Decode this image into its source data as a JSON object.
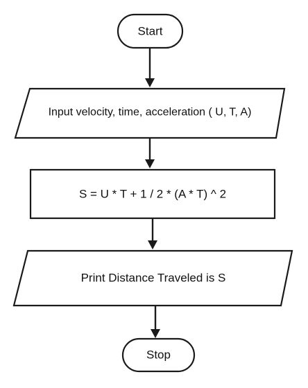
{
  "diagram": {
    "type": "flowchart",
    "nodes": [
      {
        "id": "start",
        "shape": "terminator",
        "label": "Start"
      },
      {
        "id": "input",
        "shape": "parallelogram",
        "label": "Input velocity, time, acceleration ( U, T, A)"
      },
      {
        "id": "process",
        "shape": "rectangle",
        "label": "S = U * T + 1 / 2 * (A * T) ^ 2"
      },
      {
        "id": "output",
        "shape": "parallelogram",
        "label": "Print Distance Traveled is S"
      },
      {
        "id": "stop",
        "shape": "terminator",
        "label": "Stop"
      }
    ],
    "edges": [
      {
        "from": "start",
        "to": "input"
      },
      {
        "from": "input",
        "to": "process"
      },
      {
        "from": "process",
        "to": "output"
      },
      {
        "from": "output",
        "to": "stop"
      }
    ]
  }
}
